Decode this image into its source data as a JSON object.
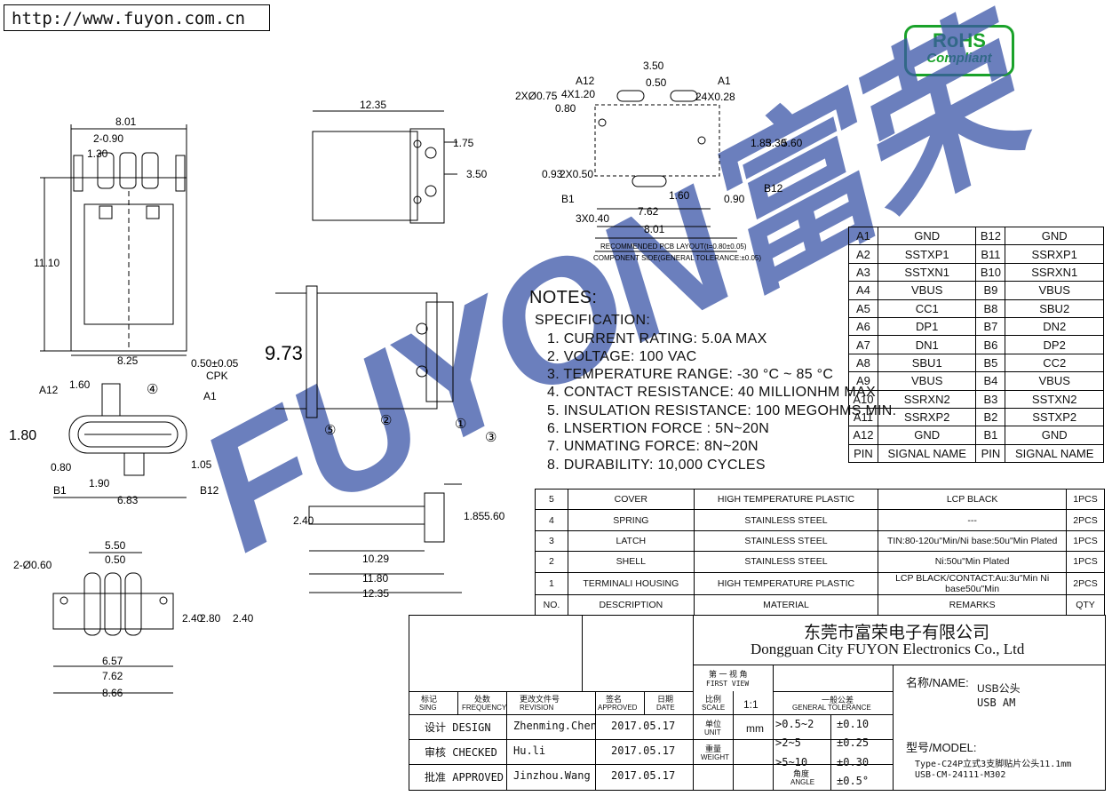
{
  "header": {
    "url": "http://www.fuyon.com.cn"
  },
  "rohs": {
    "line1": "RoHS",
    "line2": "Compliant"
  },
  "watermark": {
    "text": "FUYON富荣",
    "color": "#3a55a8"
  },
  "dims": {
    "top_w": "8.01",
    "top_pitch": "2-0.90",
    "top_130": "1.30",
    "top_h": "11.10",
    "top_bottom": "8.25",
    "side_len": "12.35",
    "side_175": "1.75",
    "side_350": "3.50",
    "pcb_350": "3.50",
    "pcb_050": "0.50",
    "pcb_a12": "A12",
    "pcb_a1": "A1",
    "pcb_4x120": "4X1.20",
    "pcb_080": "0.80",
    "pcb_24x028": "24X0.28",
    "pcb_2x075": "2XØ0.75",
    "pcb_185": "1.85",
    "pcb_330": "3.30",
    "pcb_560": "5.60",
    "pcb_093": "0.93",
    "pcb_2x050": "2X0.50",
    "pcb_b1": "B1",
    "pcb_160": "1.60",
    "pcb_090": "0.90",
    "pcb_b12": "B12",
    "pcb_3x040": "3X0.40",
    "pcb_762": "7.62",
    "pcb_801": "8.01",
    "pcb_note1": "RECOMMENDED PCB LAYOUT(t=0.80±0.05)",
    "pcb_note2": "COMPONENT SIDE(GENERAL TOLERANCE:±0.05)",
    "front_050": "0.50±0.05",
    "front_cpk": "CPK",
    "front_a12": "A12",
    "front_160": "1.60",
    "front_a1": "A1",
    "front_180": "1.80",
    "front_080": "0.80",
    "front_105": "1.05",
    "front_b1": "B1",
    "front_190": "1.90",
    "front_b12": "B12",
    "front_683": "6.83",
    "mid_973": "9.73",
    "mid_c1": "①",
    "mid_c2": "②",
    "mid_c3": "③",
    "mid_c4": "④",
    "mid_c5": "⑤",
    "bot_550": "5.50",
    "bot_050": "0.50",
    "bot_2x060": "2-Ø0.60",
    "bot_240a": "2.40",
    "bot_280": "2.80",
    "bot_240b": "2.40",
    "bot_657": "6.57",
    "bot_762": "7.62",
    "bot_866": "8.66",
    "side2_240": "2.40",
    "side2_185": "1.85",
    "side2_560": "5.60",
    "side2_1029": "10.29",
    "side2_1180": "11.80",
    "side2_1235": "12.35"
  },
  "notes": {
    "title": "NOTES:",
    "spec": "SPECIFICATION:",
    "items": [
      "1. CURRENT RATING: 5.0A MAX",
      "2. VOLTAGE: 100 VAC",
      "3. TEMPERATURE RANGE: -30 °C ~ 85 °C",
      "4. CONTACT RESISTANCE: 40 MILLIONHM MAX",
      "5. INSULATION RESISTANCE: 100 MEGOHMS MIN.",
      "6. LNSERTION FORCE : 5N~20N",
      "7. UNMATING FORCE: 8N~20N",
      "8. DURABILITY:  10,000 CYCLES"
    ]
  },
  "pins": [
    [
      "A1",
      "GND",
      "B12",
      "GND"
    ],
    [
      "A2",
      "SSTXP1",
      "B11",
      "SSRXP1"
    ],
    [
      "A3",
      "SSTXN1",
      "B10",
      "SSRXN1"
    ],
    [
      "A4",
      "VBUS",
      "B9",
      "VBUS"
    ],
    [
      "A5",
      "CC1",
      "B8",
      "SBU2"
    ],
    [
      "A6",
      "DP1",
      "B7",
      "DN2"
    ],
    [
      "A7",
      "DN1",
      "B6",
      "DP2"
    ],
    [
      "A8",
      "SBU1",
      "B5",
      "CC2"
    ],
    [
      "A9",
      "VBUS",
      "B4",
      "VBUS"
    ],
    [
      "A10",
      "SSRXN2",
      "B3",
      "SSTXN2"
    ],
    [
      "A11",
      "SSRXP2",
      "B2",
      "SSTXP2"
    ],
    [
      "A12",
      "GND",
      "B1",
      "GND"
    ],
    [
      "PIN",
      "SIGNAL NAME",
      "PIN",
      "SIGNAL NAME"
    ]
  ],
  "bom": [
    [
      "5",
      "COVER",
      "HIGH TEMPERATURE PLASTIC",
      "LCP BLACK",
      "1PCS"
    ],
    [
      "4",
      "SPRING",
      "STAINLESS STEEL",
      "---",
      "2PCS"
    ],
    [
      "3",
      "LATCH",
      "STAINLESS STEEL",
      "TIN:80-120u\"Min/Ni base:50u\"Min Plated",
      "1PCS"
    ],
    [
      "2",
      "SHELL",
      "STAINLESS STEEL",
      "Ni:50u\"Min Plated",
      "1PCS"
    ],
    [
      "1",
      "TERMINALI HOUSING",
      "HIGH TEMPERATURE PLASTIC",
      "LCP BLACK/CONTACT:Au:3u\"Min Ni base50u\"Min",
      "2PCS"
    ],
    [
      "NO.",
      "DESCRIPTION",
      "MATERIAL",
      "REMARKS",
      "QTY"
    ]
  ],
  "title_block": {
    "company_cn": "东莞市富荣电子有限公司",
    "company_en": "Dongguan City FUYON Electronics Co., Ltd",
    "first_view_cn": "第 一 视 角",
    "first_view_en": "FIRST VIEW",
    "tol_cn": "一般公差",
    "tol_en": "GENERAL TOLERANCE",
    "name_label": "名称/NAME:",
    "name_cn": "USB公头",
    "name_en": "USB AM",
    "model_label": "型号/MODEL:",
    "model_1": "Type-C24P立式3支脚贴片公头11.1mm",
    "model_2": "USB-CM-24111-M302",
    "hdr": {
      "sign_cn": "标记",
      "sign_en": "SING",
      "freq_cn": "处数",
      "freq_en": "FREQUENCY",
      "rev_cn": "更改文件号",
      "rev_en": "REVISION",
      "appr_cn": "签名",
      "appr_en": "APPROVED",
      "date_cn": "日期",
      "date_en": "DATE",
      "scale_cn": "比例",
      "scale_en": "SCALE",
      "scale_val": "1:1",
      "unit_cn": "单位",
      "unit_en": "UNIT",
      "unit_val": "mm",
      "weight_cn": "重量",
      "weight_en": "WEIGHT",
      "angle_cn": "角度",
      "angle_en": "ANGLE"
    },
    "rows": [
      {
        "role": "设计 DESIGN",
        "name": "Zhenming.Chen",
        "date": "2017.05.17"
      },
      {
        "role": "审核 CHECKED",
        "name": "Hu.li",
        "date": "2017.05.17"
      },
      {
        "role": "批准 APPROVED",
        "name": "Jinzhou.Wang",
        "date": "2017.05.17"
      }
    ],
    "tolerances": [
      {
        "range": ">0.5~2",
        "tol": "±0.10"
      },
      {
        "range": ">2~5",
        "tol": "±0.25"
      },
      {
        "range": ">5~10",
        "tol": "±0.30"
      },
      {
        "range": "",
        "tol": "±0.5°"
      }
    ]
  }
}
